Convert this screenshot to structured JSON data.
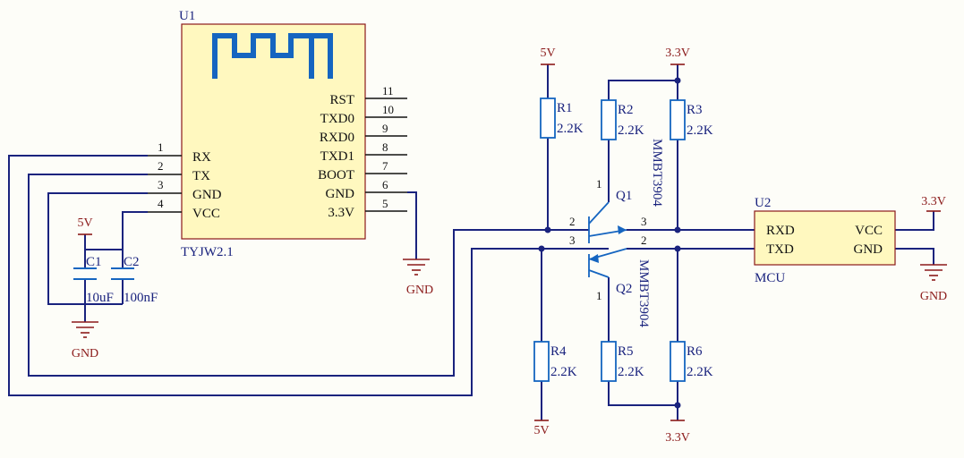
{
  "u1": {
    "designator": "U1",
    "part": "TYJW2.1",
    "left_pins": [
      {
        "num": "1",
        "name": "RX"
      },
      {
        "num": "2",
        "name": "TX"
      },
      {
        "num": "3",
        "name": "GND"
      },
      {
        "num": "4",
        "name": "VCC"
      }
    ],
    "right_pins": [
      {
        "num": "11",
        "name": "RST"
      },
      {
        "num": "10",
        "name": "TXD0"
      },
      {
        "num": "9",
        "name": "RXD0"
      },
      {
        "num": "8",
        "name": "TXD1"
      },
      {
        "num": "7",
        "name": "BOOT"
      },
      {
        "num": "6",
        "name": "GND"
      },
      {
        "num": "5",
        "name": "3.3V"
      }
    ]
  },
  "u2": {
    "designator": "U2",
    "part": "MCU",
    "left_pins": [
      "RXD",
      "TXD"
    ],
    "right_pins": [
      "VCC",
      "GND"
    ]
  },
  "caps": [
    {
      "designator": "C1",
      "value": "10uF"
    },
    {
      "designator": "C2",
      "value": "100nF"
    }
  ],
  "resistors": [
    {
      "designator": "R1",
      "value": "2.2K"
    },
    {
      "designator": "R2",
      "value": "2.2K"
    },
    {
      "designator": "R3",
      "value": "2.2K"
    },
    {
      "designator": "R4",
      "value": "2.2K"
    },
    {
      "designator": "R5",
      "value": "2.2K"
    },
    {
      "designator": "R6",
      "value": "2.2K"
    }
  ],
  "transistors": [
    {
      "designator": "Q1",
      "part": "MMBT3904",
      "pins": {
        "base": "2",
        "collector": "1",
        "emitter": "3"
      }
    },
    {
      "designator": "Q2",
      "part": "MMBT3904",
      "pins": {
        "base": "2",
        "collector": "1",
        "emitter": "3"
      }
    }
  ],
  "power": {
    "v5": "5V",
    "v33": "3.3V",
    "gnd": "GND"
  },
  "colors": {
    "wire": "#1a237e",
    "component": "#1565c0",
    "power": "#8b1a1a",
    "ic_fill": "#fff8bf"
  }
}
